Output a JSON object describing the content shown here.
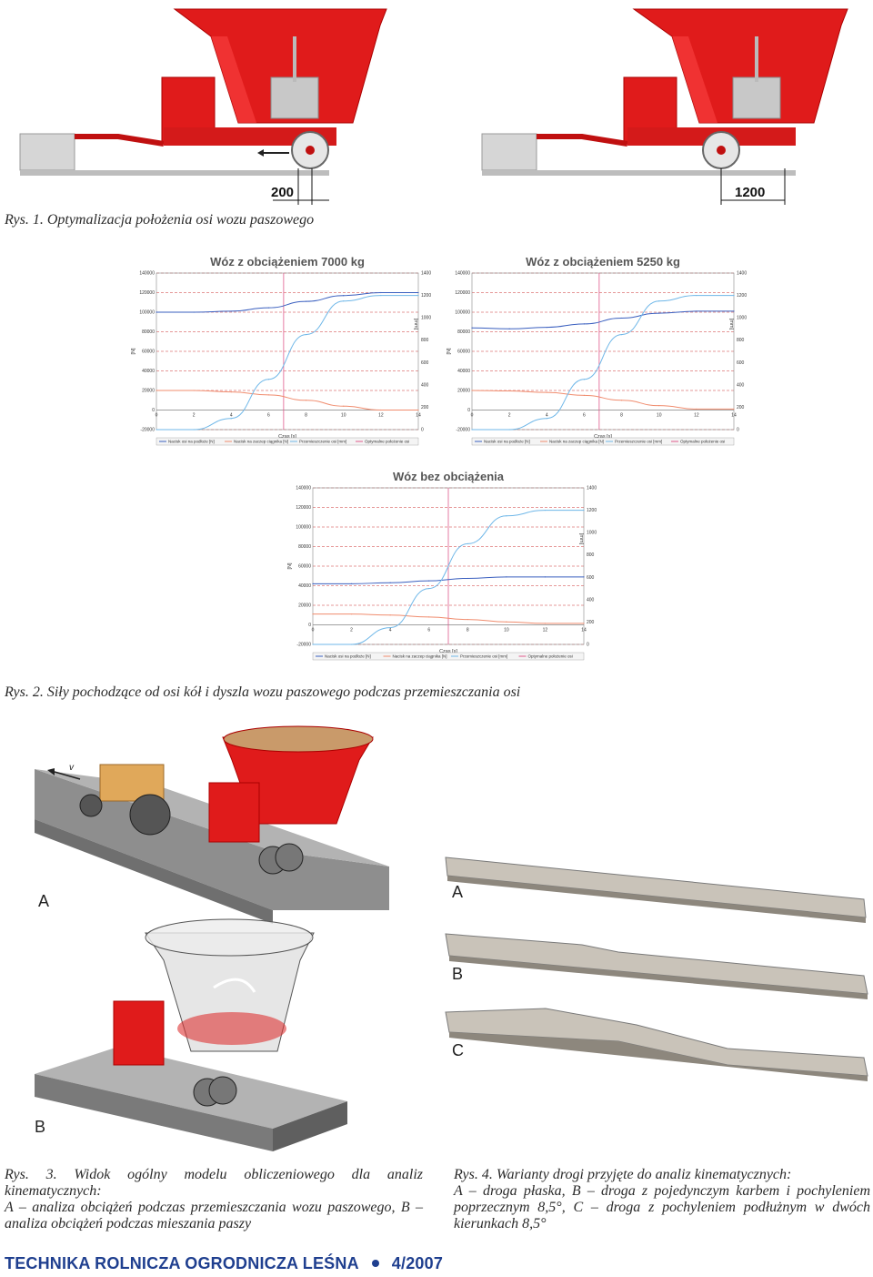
{
  "figures": {
    "fig1": {
      "caption": "Rys. 1. Optymalizacja położenia osi wozu paszowego",
      "dim_left": "200",
      "dim_right": "1200"
    },
    "fig2": {
      "caption": "Rys. 2. Siły pochodzące od osi kół i dyszla wozu paszowego podczas przemieszczania osi"
    },
    "fig3": {
      "caption_line1": "Rys. 3. Widok ogólny modelu obliczeniowego dla analiz kinematycznych:",
      "caption_line2": "A – analiza obciążeń podczas przemieszczania wozu paszowego, B – analiza obciążeń podczas mieszania paszy",
      "label_a": "A",
      "label_b": "B",
      "speed_label": "v"
    },
    "fig4": {
      "caption_line1": "Rys. 4. Warianty drogi przyjęte do analiz kinematycznych:",
      "caption_line2": "A – droga płaska, B – droga z pojedynczym karbem i pochyleniem poprzecznym 8,5°, C – droga z pochyleniem podłużnym w dwóch kierunkach 8,5°",
      "label_a": "A",
      "label_b": "B",
      "label_c": "C"
    }
  },
  "footer": {
    "journal": "TECHNIKA ROLNICZA OGRODNICZA LEŚNA",
    "issue": "4/2007"
  },
  "colors": {
    "wagon_red": "#e01b1b",
    "footer_blue": "#1f3f8f",
    "series_axle": "#3a5fbf",
    "series_drawbar": "#f08c6e",
    "series_shift": "#6fb7e8",
    "series_optimal": "#e05a8c"
  },
  "chart_data": [
    {
      "type": "line",
      "title": "Wóz z obciążeniem 7000 kg",
      "xlabel": "Czas [s]",
      "ylabel": "[N]",
      "ylabel_right": "[mm]",
      "xlim": [
        0,
        14
      ],
      "ylim": [
        -20000,
        140000
      ],
      "ylim_right": [
        0,
        1400
      ],
      "x_ticks": [
        "0",
        "2",
        "4",
        "6",
        "8",
        "10",
        "12",
        "14"
      ],
      "y_ticks": [
        "-20000",
        "0",
        "20000",
        "40000",
        "60000",
        "80000",
        "100000",
        "120000",
        "140000"
      ],
      "y_ticks_right": [
        "0",
        "200",
        "400",
        "600",
        "800",
        "1000",
        "1200",
        "1400"
      ],
      "optimal_x": 6.8,
      "legend": [
        "Nacisk osi na podłoże [N]",
        "Nacisk na zaczep ciągnika [N]",
        "Przemieszczenie osi [mm]",
        "Optymalne położenie osi"
      ],
      "series": [
        {
          "name": "Nacisk osi na podłoże [N]",
          "axis": "left",
          "x": [
            0,
            2,
            4,
            6,
            8,
            10,
            12,
            14
          ],
          "values": [
            100000,
            100000,
            101000,
            104500,
            111000,
            117000,
            120000,
            120000
          ]
        },
        {
          "name": "Nacisk na zaczep ciągnika [N]",
          "axis": "left",
          "x": [
            0,
            2,
            4,
            6,
            8,
            10,
            12,
            14
          ],
          "values": [
            20000,
            20000,
            18500,
            15500,
            10000,
            4000,
            0,
            0
          ]
        },
        {
          "name": "Przemieszczenie osi [mm]",
          "axis": "right",
          "x": [
            0,
            2,
            4,
            6,
            8,
            10,
            12,
            14
          ],
          "values": [
            0,
            0,
            100,
            450,
            850,
            1150,
            1200,
            1200
          ]
        }
      ]
    },
    {
      "type": "line",
      "title": "Wóz z obciążeniem 5250 kg",
      "xlabel": "Czas [s]",
      "ylabel": "[N]",
      "ylabel_right": "[mm]",
      "xlim": [
        0,
        14
      ],
      "ylim": [
        -20000,
        140000
      ],
      "ylim_right": [
        0,
        1400
      ],
      "x_ticks": [
        "0",
        "2",
        "4",
        "6",
        "8",
        "10",
        "12",
        "14"
      ],
      "y_ticks": [
        "-20000",
        "0",
        "20000",
        "40000",
        "60000",
        "80000",
        "100000",
        "120000",
        "140000"
      ],
      "y_ticks_right": [
        "0",
        "200",
        "400",
        "600",
        "800",
        "1000",
        "1200",
        "1400"
      ],
      "optimal_x": 6.8,
      "legend": [
        "Nacisk osi na podłoże [N]",
        "Nacisk na zaczep ciągnika [N]",
        "Przemieszczenie osi [mm]",
        "Optymalne położenie osi"
      ],
      "series": [
        {
          "name": "Nacisk osi na podłoże [N]",
          "axis": "left",
          "x": [
            0,
            2,
            4,
            6,
            8,
            10,
            12,
            14
          ],
          "values": [
            84000,
            83000,
            84500,
            88000,
            94000,
            99000,
            101000,
            101000
          ]
        },
        {
          "name": "Nacisk na zaczep ciągnika [N]",
          "axis": "left",
          "x": [
            0,
            2,
            4,
            6,
            8,
            10,
            12,
            14
          ],
          "values": [
            20000,
            19500,
            18000,
            15000,
            10000,
            4500,
            1000,
            1000
          ]
        },
        {
          "name": "Przemieszczenie osi [mm]",
          "axis": "right",
          "x": [
            0,
            2,
            4,
            6,
            8,
            10,
            12,
            14
          ],
          "values": [
            0,
            0,
            100,
            450,
            850,
            1150,
            1200,
            1200
          ]
        }
      ]
    },
    {
      "type": "line",
      "title": "Wóz bez obciążenia",
      "xlabel": "Czas [s]",
      "ylabel": "[N]",
      "ylabel_right": "[mm]",
      "xlim": [
        0,
        14
      ],
      "ylim": [
        -20000,
        140000
      ],
      "ylim_right": [
        0,
        1400
      ],
      "x_ticks": [
        "0",
        "2",
        "4",
        "6",
        "8",
        "10",
        "12",
        "14"
      ],
      "y_ticks": [
        "-20000",
        "0",
        "20000",
        "40000",
        "60000",
        "80000",
        "100000",
        "120000",
        "140000"
      ],
      "y_ticks_right": [
        "0",
        "200",
        "400",
        "600",
        "800",
        "1000",
        "1200",
        "1400"
      ],
      "optimal_x": 7.0,
      "legend": [
        "Nacisk osi na podłoże [N]",
        "Nacisk na zaczep ciągnika [N]",
        "Przemieszczenie osi [mm]",
        "Optymalne położenie osi"
      ],
      "series": [
        {
          "name": "Nacisk osi na podłoże [N]",
          "axis": "left",
          "x": [
            0,
            2,
            4,
            6,
            8,
            10,
            12,
            14
          ],
          "values": [
            42000,
            42000,
            43000,
            45000,
            47500,
            49000,
            49000,
            49000
          ]
        },
        {
          "name": "Nacisk na zaczep ciągnika [N]",
          "axis": "left",
          "x": [
            0,
            2,
            4,
            6,
            8,
            10,
            12,
            14
          ],
          "values": [
            11000,
            11000,
            10000,
            8000,
            5500,
            3000,
            1500,
            1500
          ]
        },
        {
          "name": "Przemieszczenie osi [mm]",
          "axis": "right",
          "x": [
            0,
            2,
            4,
            6,
            8,
            10,
            12,
            14
          ],
          "values": [
            0,
            0,
            150,
            500,
            900,
            1150,
            1200,
            1200
          ]
        }
      ]
    }
  ]
}
